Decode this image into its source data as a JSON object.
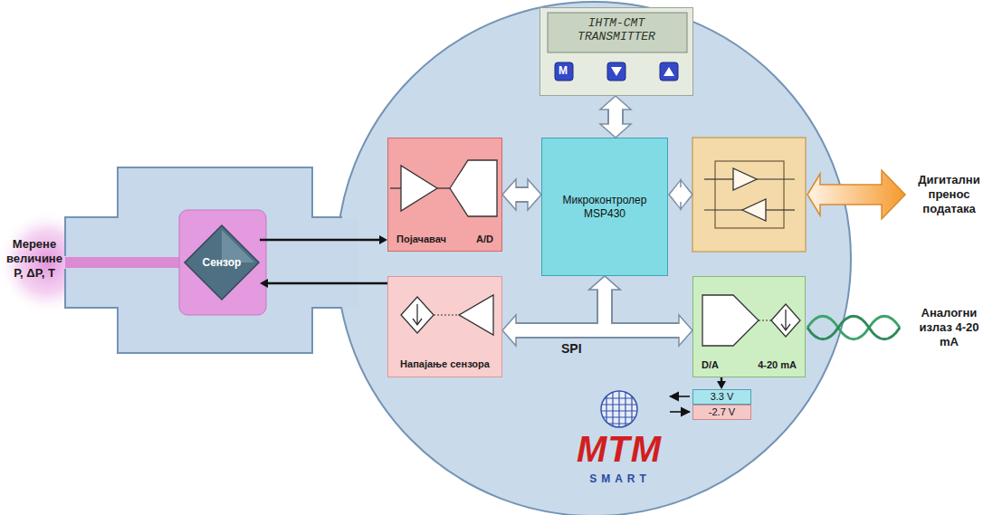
{
  "diagram": {
    "nodes": [
      {
        "text": [
          "Сензор"
        ]
      },
      {
        "text": [
          "IHTM-CMT TRANSMITTER"
        ]
      },
      {
        "text": [
          "Појачавач",
          "A/D"
        ]
      },
      {
        "text": [
          "Микроконтролер MSP430"
        ]
      },
      {
        "text": [
          "Напајање сензора"
        ]
      },
      {
        "text": [
          "D/A",
          "4-20 mA"
        ]
      },
      {
        "text": [
          "3.3 V"
        ]
      },
      {
        "text": [
          "-2.7 V"
        ]
      }
    ],
    "edges": [
      {
        "from": 0,
        "to": 2,
        "arrow": "to"
      },
      {
        "from": 4,
        "to": 0,
        "arrow": "to"
      },
      {
        "from": 2,
        "to": 3,
        "arrow": "both"
      },
      {
        "from": 1,
        "to": 3,
        "arrow": "both"
      },
      {
        "from": 3,
        "to": 4,
        "arrow": "both",
        "label": "SPI"
      },
      {
        "from": 3,
        "to": 5,
        "arrow": "both"
      },
      {
        "from": 5,
        "to": 6,
        "arrow": "to"
      }
    ],
    "labels": [
      "Мерене величине P, ΔP, T",
      "M",
      "Дигитални пренос података",
      "Аналогни излаз 4-20 mA",
      "MTM",
      "SMART"
    ]
  }
}
